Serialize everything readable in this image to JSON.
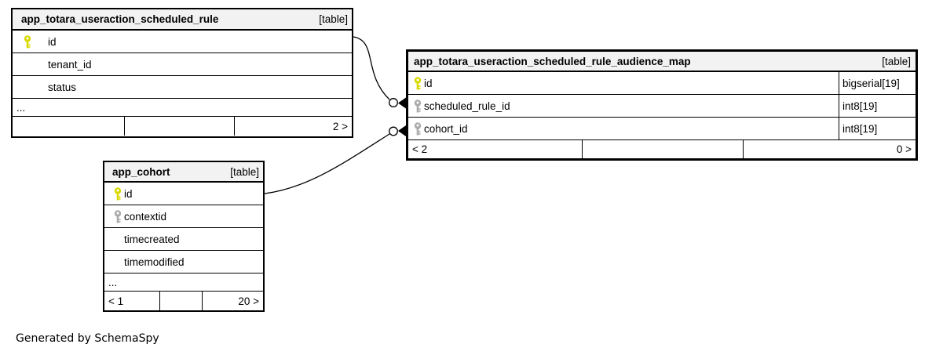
{
  "colors": {
    "primary_key": "#d9d900",
    "foreign_key": "#aaaaaa",
    "header_bg": "#f2f2f2",
    "border": "#000000"
  },
  "generator_note": "Generated by SchemaSpy",
  "tables": {
    "scheduled_rule": {
      "title": "app_totara_useraction_scheduled_rule",
      "badge": "[table]",
      "rows": [
        {
          "name": "id"
        },
        {
          "name": "tenant_id"
        },
        {
          "name": "status"
        }
      ],
      "more": "...",
      "footer": {
        "left": "",
        "mid": "",
        "right": "2 >"
      }
    },
    "audience_map": {
      "title": "app_totara_useraction_scheduled_rule_audience_map",
      "badge": "[table]",
      "rows": [
        {
          "name": "id",
          "type": "bigserial[19]"
        },
        {
          "name": "scheduled_rule_id",
          "type": "int8[19]"
        },
        {
          "name": "cohort_id",
          "type": "int8[19]"
        }
      ],
      "footer": {
        "left": "< 2",
        "mid": "",
        "right": "0 >"
      }
    },
    "cohort": {
      "title": "app_cohort",
      "badge": "[table]",
      "rows": [
        {
          "name": "id"
        },
        {
          "name": "contextid"
        },
        {
          "name": "timecreated"
        },
        {
          "name": "timemodified"
        }
      ],
      "more": "...",
      "footer": {
        "left": "< 1",
        "mid": "",
        "right": "20 >"
      }
    }
  }
}
